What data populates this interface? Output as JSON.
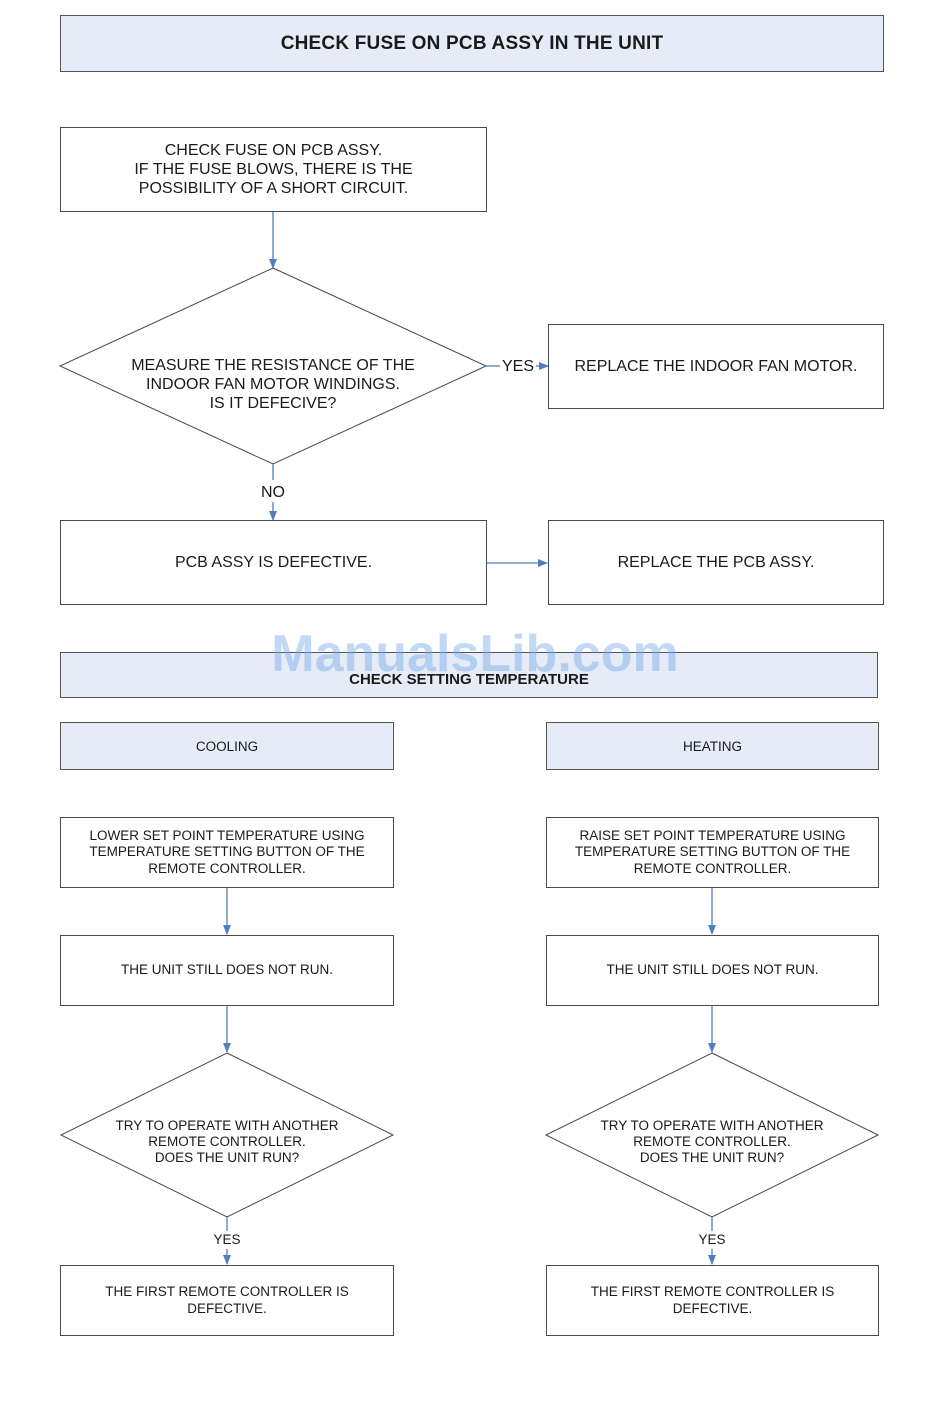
{
  "section1": {
    "title": "CHECK FUSE ON PCB ASSY IN THE UNIT",
    "box_check_fuse": "CHECK FUSE ON PCB ASSY.\nIF THE FUSE BLOWS, THERE IS THE\nPOSSIBILITY OF A SHORT CIRCUIT.",
    "decision_measure": "MEASURE THE RESISTANCE OF THE\nINDOOR FAN MOTOR WINDINGS.\nIS IT DEFECIVE?",
    "label_yes": "YES",
    "box_replace_motor": "REPLACE THE INDOOR FAN MOTOR.",
    "label_no": "NO",
    "box_pcb_defective": "PCB ASSY IS DEFECTIVE.",
    "box_replace_pcb": "REPLACE THE PCB ASSY."
  },
  "watermark": "ManualsLib.com",
  "section2": {
    "title": "CHECK SETTING TEMPERATURE",
    "cooling": {
      "header": "COOLING",
      "step1": "LOWER SET POINT TEMPERATURE USING\nTEMPERATURE SETTING BUTTON OF THE\nREMOTE CONTROLLER.",
      "step2": "THE UNIT STILL DOES NOT RUN.",
      "decision": "TRY TO OPERATE WITH ANOTHER\nREMOTE CONTROLLER.\nDOES THE UNIT RUN?",
      "label_yes": "YES",
      "result": "THE FIRST REMOTE CONTROLLER IS\nDEFECTIVE."
    },
    "heating": {
      "header": "HEATING",
      "step1": "RAISE SET POINT TEMPERATURE USING\nTEMPERATURE SETTING BUTTON OF THE\nREMOTE CONTROLLER.",
      "step2": "THE UNIT STILL DOES NOT RUN.",
      "decision": "TRY TO OPERATE WITH ANOTHER\nREMOTE CONTROLLER.\nDOES THE UNIT RUN?",
      "label_yes": "YES",
      "result": "THE FIRST REMOTE CONTROLLER IS\nDEFECTIVE."
    }
  },
  "colors": {
    "header_fill": "#e6ecf7",
    "connector": "#4f7fbf",
    "border": "#4a4a4a"
  }
}
